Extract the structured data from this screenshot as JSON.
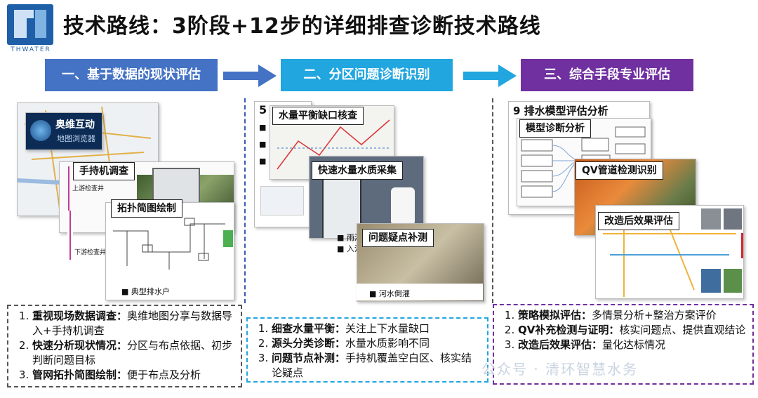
{
  "logo": {
    "text": "THWATER"
  },
  "title": "技术路线：3阶段+12步的详细排查诊断技术路线",
  "phases": [
    {
      "label": "一、基于数据的现状评估",
      "color": "#4472c4"
    },
    {
      "label": "二、分区问题诊断识别",
      "color": "#21a6e0"
    },
    {
      "label": "三、综合手段专业评估",
      "color": "#7030a0"
    }
  ],
  "col1": {
    "app_name": "奥维互动",
    "app_sub": "地图浏览器",
    "tag_handheld": "手持机调查",
    "tag_sketch": "拓扑简图绘制",
    "label_upstream": "上游检查井",
    "label_downstream": "下游检查井",
    "bullet_typical": "典型排水户"
  },
  "col2": {
    "number": "5",
    "tag_balance": "水量平衡缺口核查",
    "tag_fast": "快速水量水质采集",
    "tag_problem": "问题疑点补测",
    "bullet_reverse": "河水倒灌",
    "bullet_in": "入法",
    "bullet_rain": "雨污"
  },
  "col3": {
    "top_title": "9 排水模型评估分析",
    "tag_model": "模型诊断分析",
    "tag_qv": "QV管道检测识别",
    "tag_effect": "改造后效果评估"
  },
  "box1": {
    "items": [
      {
        "bold": "重视现场数据调查：",
        "text": "奥维地图分享与数据导入+手持机调查"
      },
      {
        "bold": "快速分析现状情况：",
        "text": "分区与布点依据、初步判断问题目标"
      },
      {
        "bold": "管网拓扑简图绘制：",
        "text": "便于布点及分析"
      }
    ]
  },
  "box2": {
    "items": [
      {
        "bold": "细查水量平衡：",
        "text": "关注上下水量缺口"
      },
      {
        "bold": "源头分类诊断：",
        "text": "水量水质影响不同"
      },
      {
        "bold": "问题节点补测：",
        "text": "手持机覆盖空白区、核实结论疑点"
      }
    ]
  },
  "box3": {
    "items": [
      {
        "bold": "策略模拟评估：",
        "text": "多情景分析+整治方案评价"
      },
      {
        "bold": "QV补充检测与证明：",
        "text": "核实问题点、提供直观结论"
      },
      {
        "bold": "改造后效果评估：",
        "text": "量化达标情况"
      }
    ]
  },
  "watermark": "公众号 · 清环智慧水务"
}
